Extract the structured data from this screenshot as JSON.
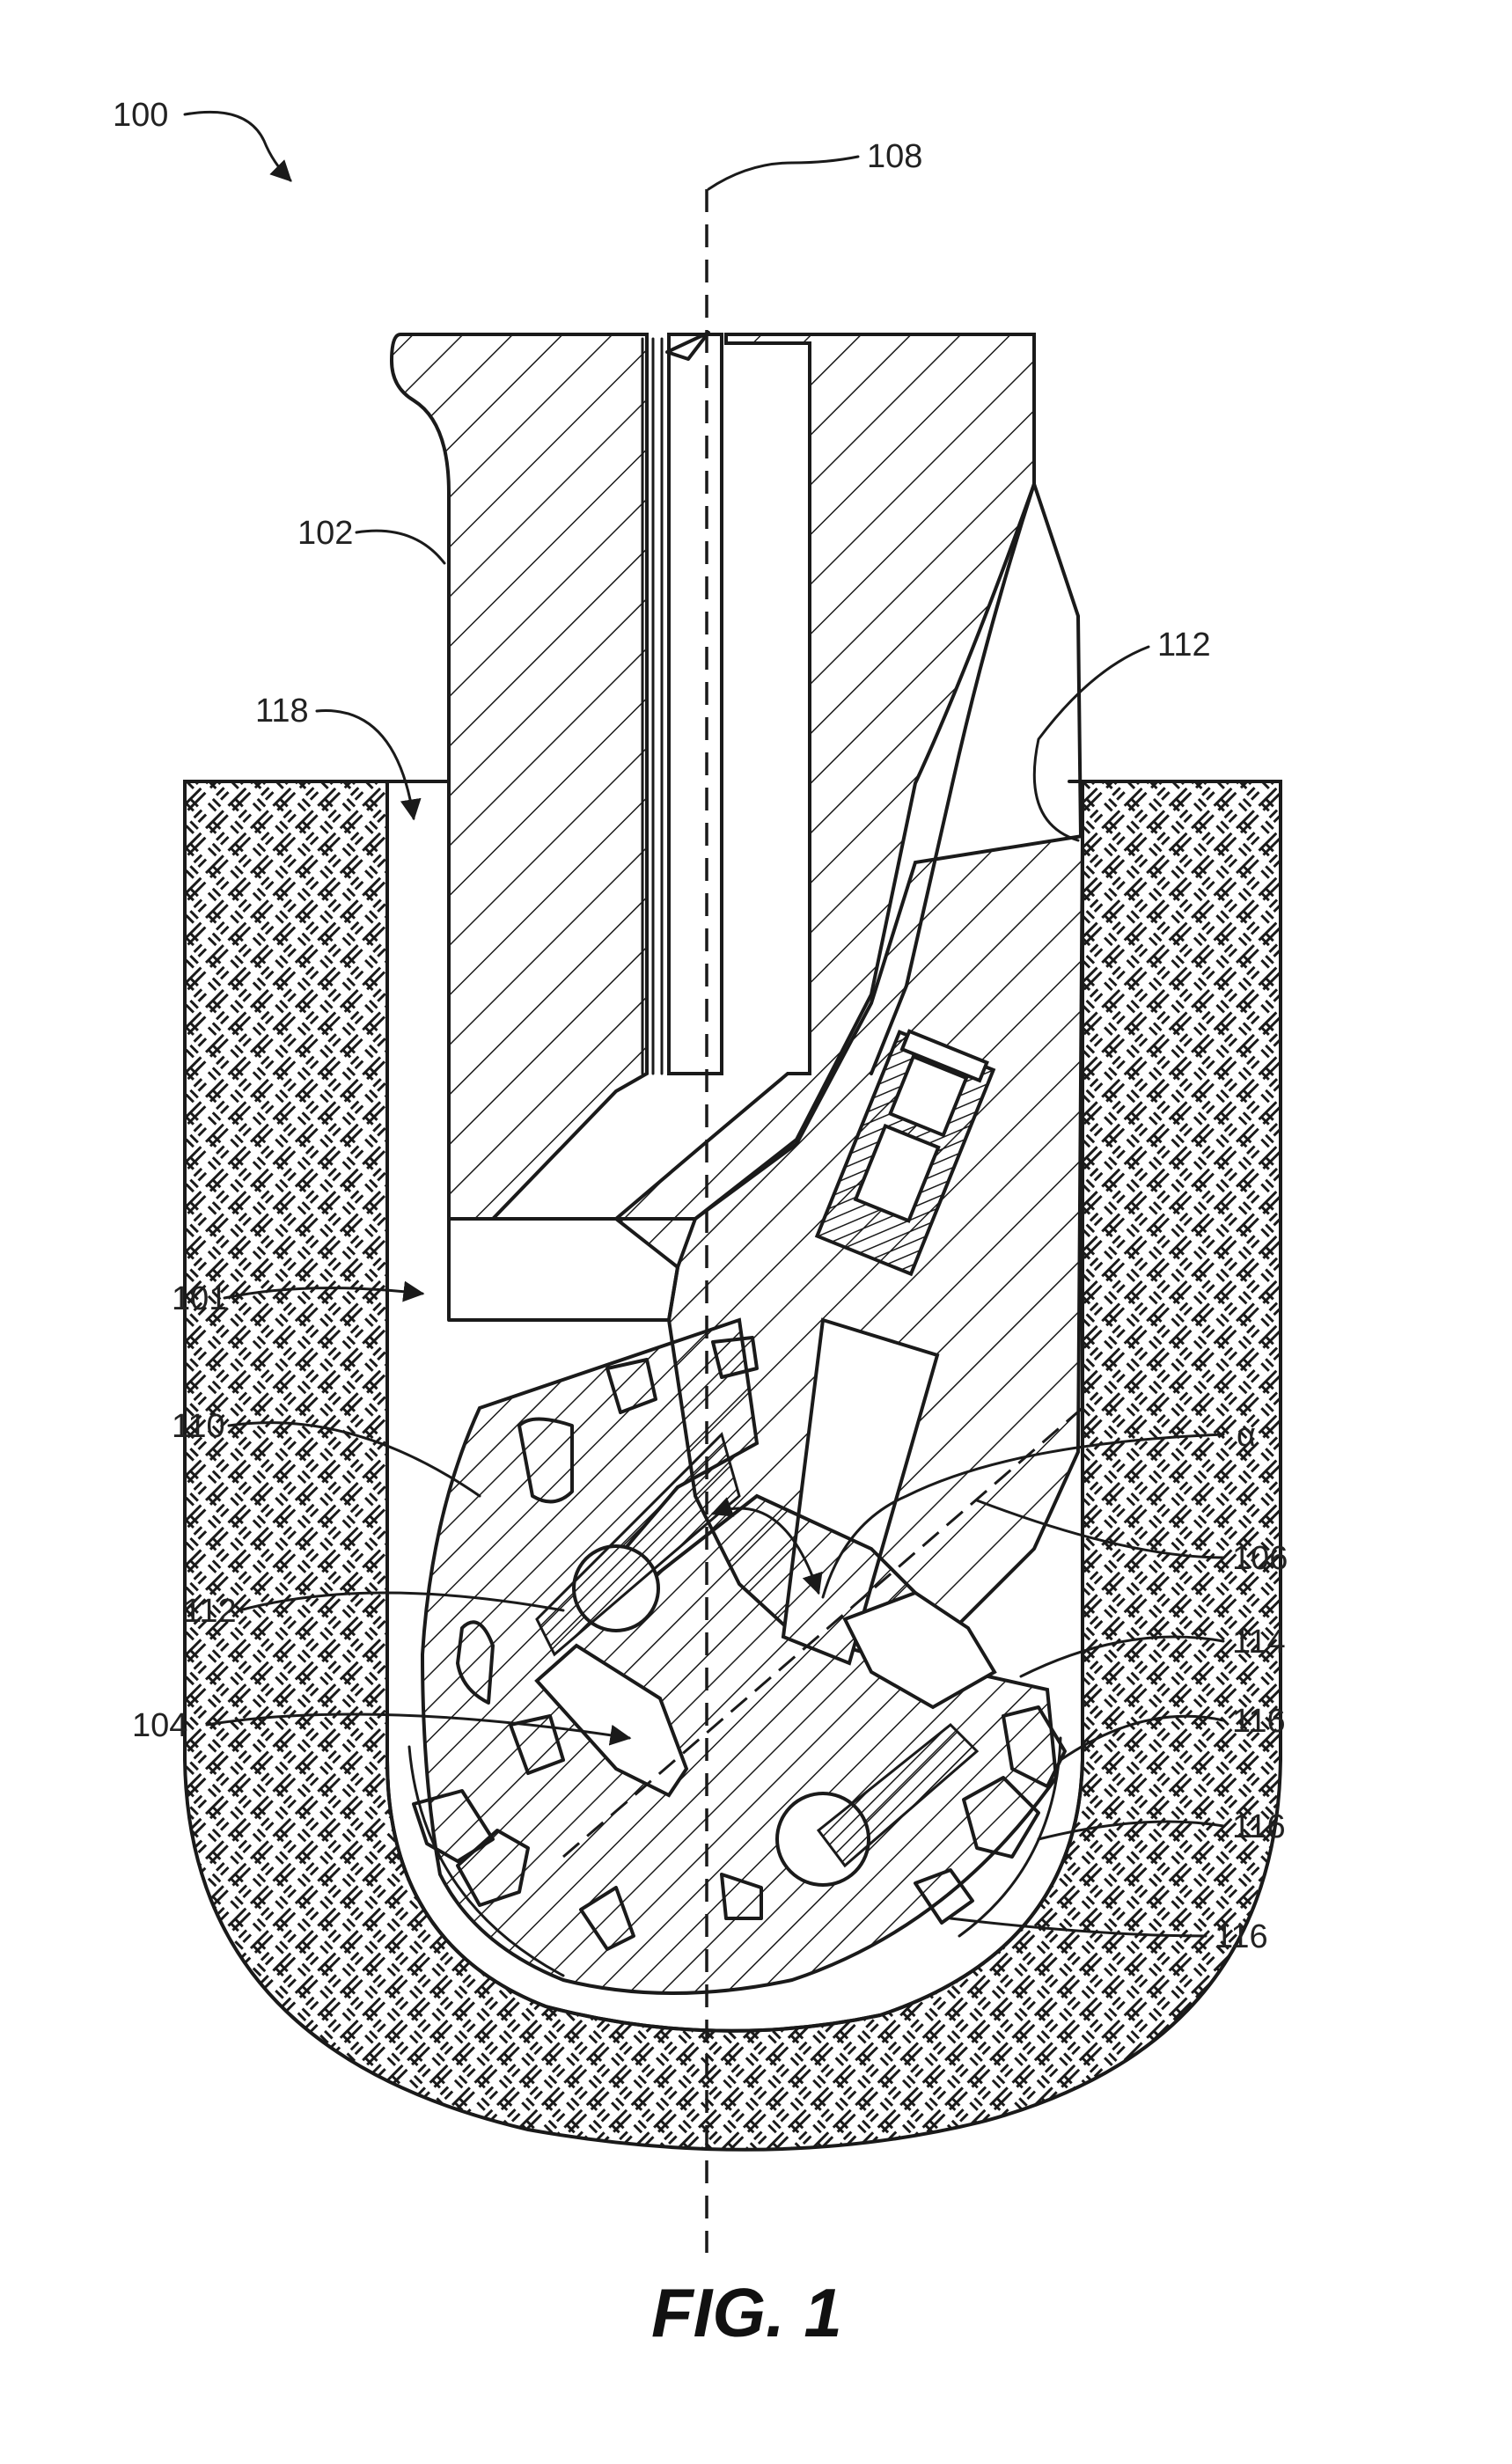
{
  "figure": {
    "caption": "FIG. 1"
  },
  "labels": {
    "ref_100": "100",
    "ref_108": "108",
    "ref_102": "102",
    "ref_112_top": "112",
    "ref_118": "118",
    "ref_101": "101",
    "ref_110": "110",
    "ref_alpha": "α",
    "ref_106": "106",
    "ref_112_left": "112",
    "ref_114": "114",
    "ref_104": "104",
    "ref_116_a": "116",
    "ref_116_b": "116",
    "ref_116_c": "116"
  },
  "colors": {
    "ink": "#1a1a1a",
    "background": "#ffffff"
  }
}
